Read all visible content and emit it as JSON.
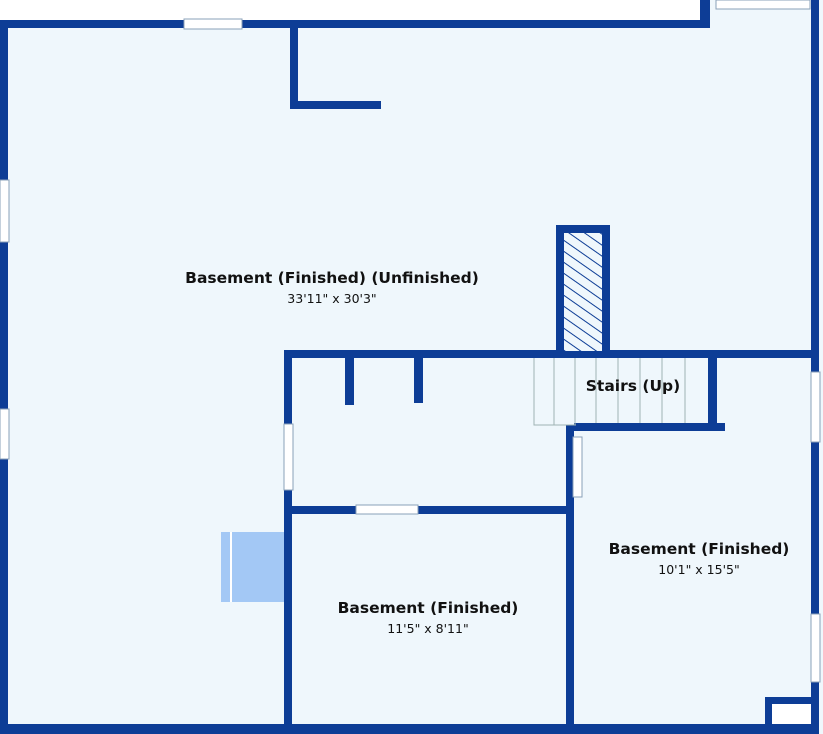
{
  "colors": {
    "wall": "#0d3d96",
    "floor": "#eff7fc",
    "window": "#ffffff",
    "window_frame": "#8aa0b8",
    "stair_lines": "#9fb3b3",
    "appliance": "#a3c8f5",
    "hatch": "#0d3d96"
  },
  "rooms": {
    "main": {
      "name": "Basement (Finished) (Unfinished)",
      "dims": "33'11\" x 30'3\""
    },
    "center": {
      "name": "Basement (Finished)",
      "dims": "11'5\" x 8'11\""
    },
    "right": {
      "name": "Basement (Finished)",
      "dims": "10'1\" x 15'5\""
    },
    "stairs": {
      "name": "Stairs (Up)"
    }
  }
}
